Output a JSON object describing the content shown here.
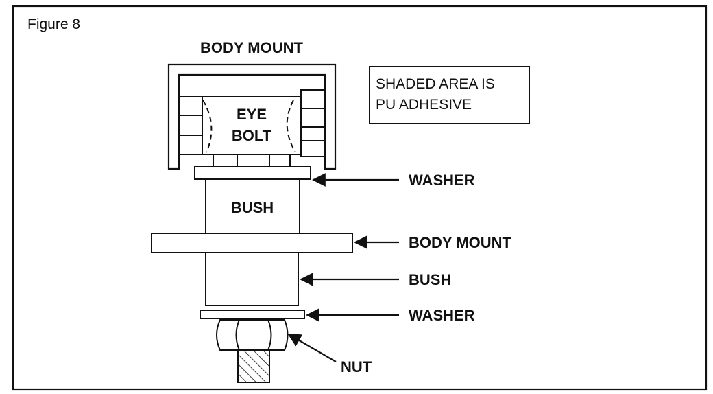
{
  "figure": {
    "number_label": "Figure 8",
    "top_title": "BODY MOUNT",
    "legend_note": {
      "line1": "SHADED AREA IS",
      "line2": "PU ADHESIVE"
    },
    "eye_bolt": {
      "line1": "EYE",
      "line2": "BOLT"
    },
    "inner_labels": {
      "upper_bush": "BUSH"
    },
    "callouts": {
      "washer_top": "WASHER",
      "body_mount": "BODY MOUNT",
      "bush_lower": "BUSH",
      "washer_bottom": "WASHER",
      "nut": "NUT"
    }
  },
  "colors": {
    "stroke": "#111111",
    "background": "#ffffff"
  }
}
